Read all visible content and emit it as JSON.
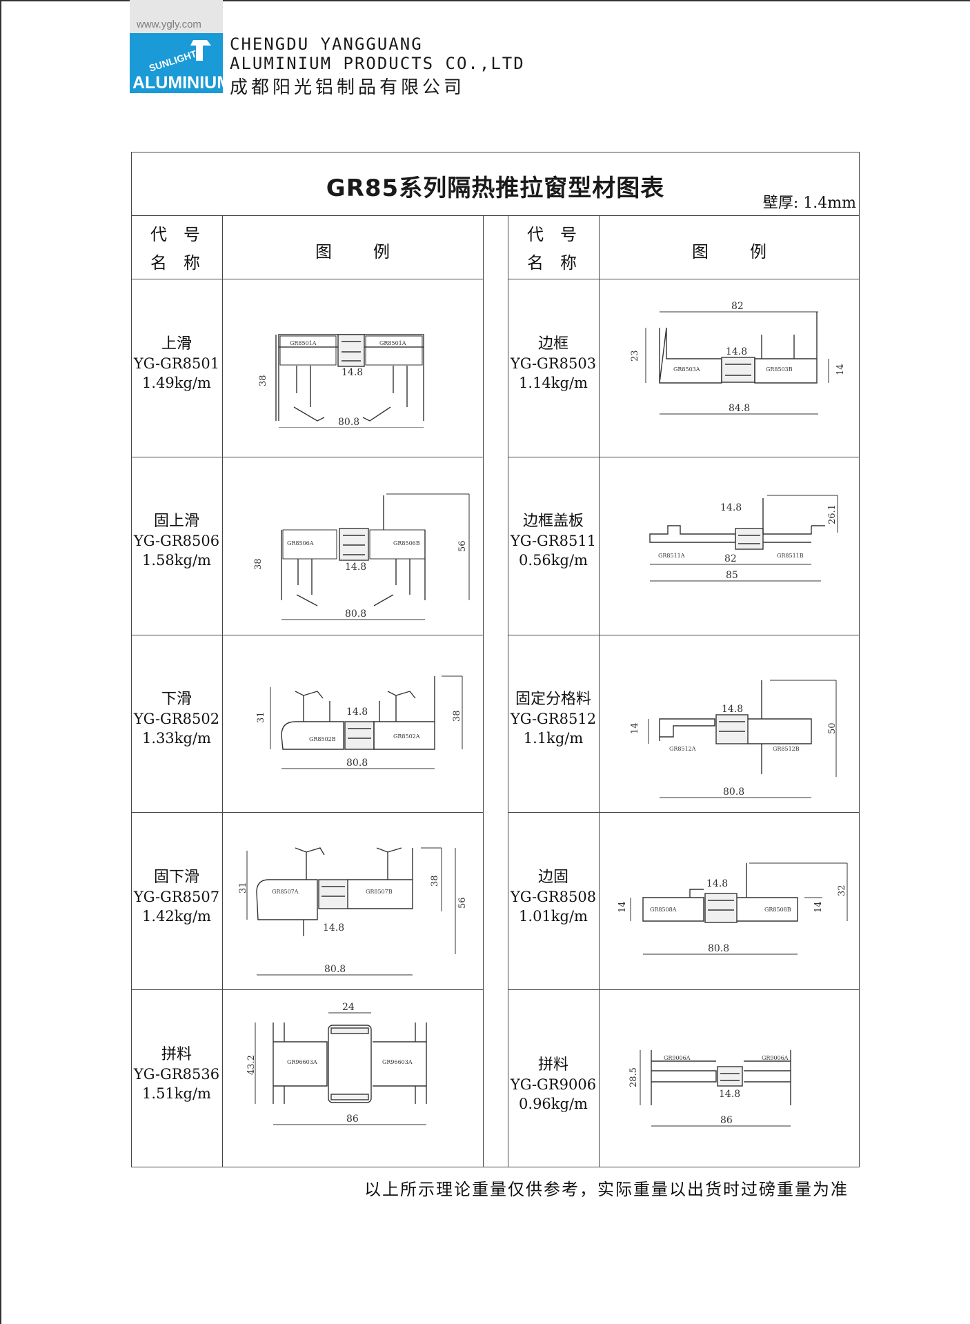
{
  "header": {
    "website": "www.ygly.com",
    "logo_text_top": "SUNLIGHT",
    "logo_text_bottom": "ALUMINIUM",
    "company_en_line1": "CHENGDU YANGGUANG",
    "company_en_line2": "ALUMINIUM PRODUCTS CO.,LTD",
    "company_cn": "成都阳光铝制品有限公司",
    "brand_color": "#1a9ad6"
  },
  "document": {
    "title": "GR85系列隔热推拉窗型材图表",
    "wall_thickness": "壁厚: 1.4mm",
    "col_code_line1": "代号",
    "col_code_line2": "名称",
    "col_figure": "图例",
    "footnote": "以上所示理论重量仅供参考，实际重量以出货时过磅重量为准"
  },
  "items": [
    {
      "name": "上滑",
      "code": "YG-GR8501",
      "weight": "1.49kg/m",
      "labels": [
        "GR8501A",
        "GR8501A"
      ],
      "dims": [
        "38",
        "14.8",
        "80.8"
      ]
    },
    {
      "name": "边框",
      "code": "YG-GR8503",
      "weight": "1.14kg/m",
      "labels": [
        "GR8503A",
        "GR8503B"
      ],
      "dims": [
        "82",
        "14.8",
        "23",
        "14",
        "84.8"
      ]
    },
    {
      "name": "固上滑",
      "code": "YG-GR8506",
      "weight": "1.58kg/m",
      "labels": [
        "GR8506A",
        "GR8506B"
      ],
      "dims": [
        "38",
        "14.8",
        "56",
        "80.8"
      ]
    },
    {
      "name": "边框盖板",
      "code": "YG-GR8511",
      "weight": "0.56kg/m",
      "labels": [
        "GR8511A",
        "GR8511B"
      ],
      "dims": [
        "14.8",
        "26.1",
        "82",
        "85"
      ]
    },
    {
      "name": "下滑",
      "code": "YG-GR8502",
      "weight": "1.33kg/m",
      "labels": [
        "GR8502B",
        "GR8502A"
      ],
      "dims": [
        "31",
        "14.8",
        "38",
        "80.8"
      ]
    },
    {
      "name": "固定分格料",
      "code": "YG-GR8512",
      "weight": "1.1kg/m",
      "labels": [
        "GR8512A",
        "GR8512B"
      ],
      "dims": [
        "14.8",
        "14",
        "50",
        "80.8"
      ]
    },
    {
      "name": "固下滑",
      "code": "YG-GR8507",
      "weight": "1.42kg/m",
      "labels": [
        "GR8507A",
        "GR8507B"
      ],
      "dims": [
        "31",
        "38",
        "56",
        "14.8",
        "80.8"
      ]
    },
    {
      "name": "边固",
      "code": "YG-GR8508",
      "weight": "1.01kg/m",
      "labels": [
        "GR8508A",
        "GR8508B"
      ],
      "dims": [
        "14.8",
        "14",
        "14",
        "32",
        "80.8"
      ]
    },
    {
      "name": "拼料",
      "code": "YG-GR8536",
      "weight": "1.51kg/m",
      "labels": [
        "GR96603A",
        "GR96603A"
      ],
      "dims": [
        "24",
        "43.2",
        "86"
      ]
    },
    {
      "name": "拼料",
      "code": "YG-GR9006",
      "weight": "0.96kg/m",
      "labels": [
        "GR9006A",
        "GR9006A"
      ],
      "dims": [
        "28.5",
        "14.8",
        "86"
      ]
    }
  ]
}
